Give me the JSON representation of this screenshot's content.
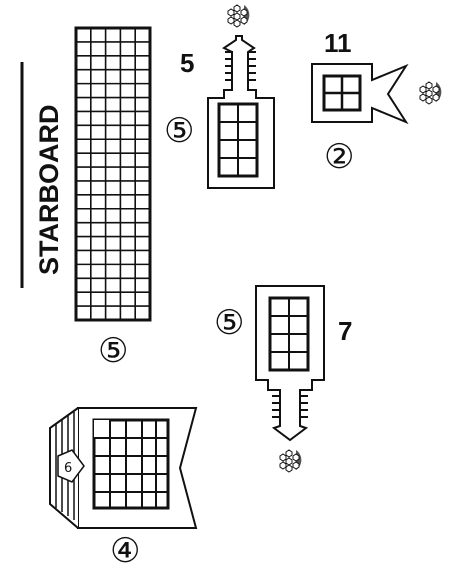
{
  "labels": {
    "side": "STARBOARD",
    "row_count_main": "⑤",
    "booth_a_number": "5",
    "booth_a_count": "⑤",
    "booth_b_number": "11",
    "booth_b_count": "②",
    "booth_c_number": "7",
    "booth_c_count": "⑤",
    "booth_d_inner": "6",
    "booth_d_count": "④"
  },
  "icons": {
    "symbol": "hexagon-cluster-icon",
    "arrow": "arrow-up-icon"
  },
  "colors": {
    "ink": "#111111",
    "background": "#ffffff",
    "sector_fill": "#555555"
  }
}
